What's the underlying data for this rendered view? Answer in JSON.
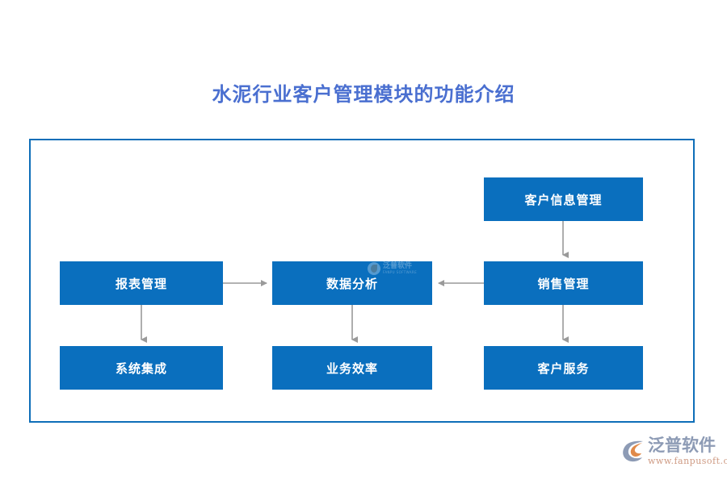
{
  "page": {
    "title": "水泥行业客户管理模块的功能介绍",
    "title_color": "#4a6fd0",
    "background": "#ffffff"
  },
  "diagram": {
    "frame_border_color": "#0e6eb8",
    "node_fill_color": "#0a6fbe",
    "node_text_color": "#ffffff",
    "connector_color": "#9a9a9a",
    "nodes": [
      {
        "id": "customer-info",
        "label": "客户信息管理"
      },
      {
        "id": "report",
        "label": "报表管理"
      },
      {
        "id": "data-analysis",
        "label": "数据分析"
      },
      {
        "id": "sales",
        "label": "销售管理"
      },
      {
        "id": "sys-integration",
        "label": "系统集成"
      },
      {
        "id": "biz-efficiency",
        "label": "业务效率"
      },
      {
        "id": "cust-service",
        "label": "客户服务"
      }
    ],
    "connectors": [
      {
        "from": "customer-info",
        "to": "sales",
        "direction": "down"
      },
      {
        "from": "report",
        "to": "data-analysis",
        "direction": "right"
      },
      {
        "from": "sales",
        "to": "data-analysis",
        "direction": "left"
      },
      {
        "from": "report",
        "to": "sys-integration",
        "direction": "down"
      },
      {
        "from": "data-analysis",
        "to": "biz-efficiency",
        "direction": "down"
      },
      {
        "from": "sales",
        "to": "cust-service",
        "direction": "down"
      }
    ]
  },
  "watermark": {
    "text": "泛普软件",
    "sub": "FANPU SOFTWARE"
  },
  "brand": {
    "name": "泛普软件",
    "url": "www.fanpusoft.com",
    "name_color": "#8d9bb5",
    "url_color": "#cf9b84",
    "mark_color": "#8d9bb5",
    "mark_accent_color": "#e08a4a"
  }
}
